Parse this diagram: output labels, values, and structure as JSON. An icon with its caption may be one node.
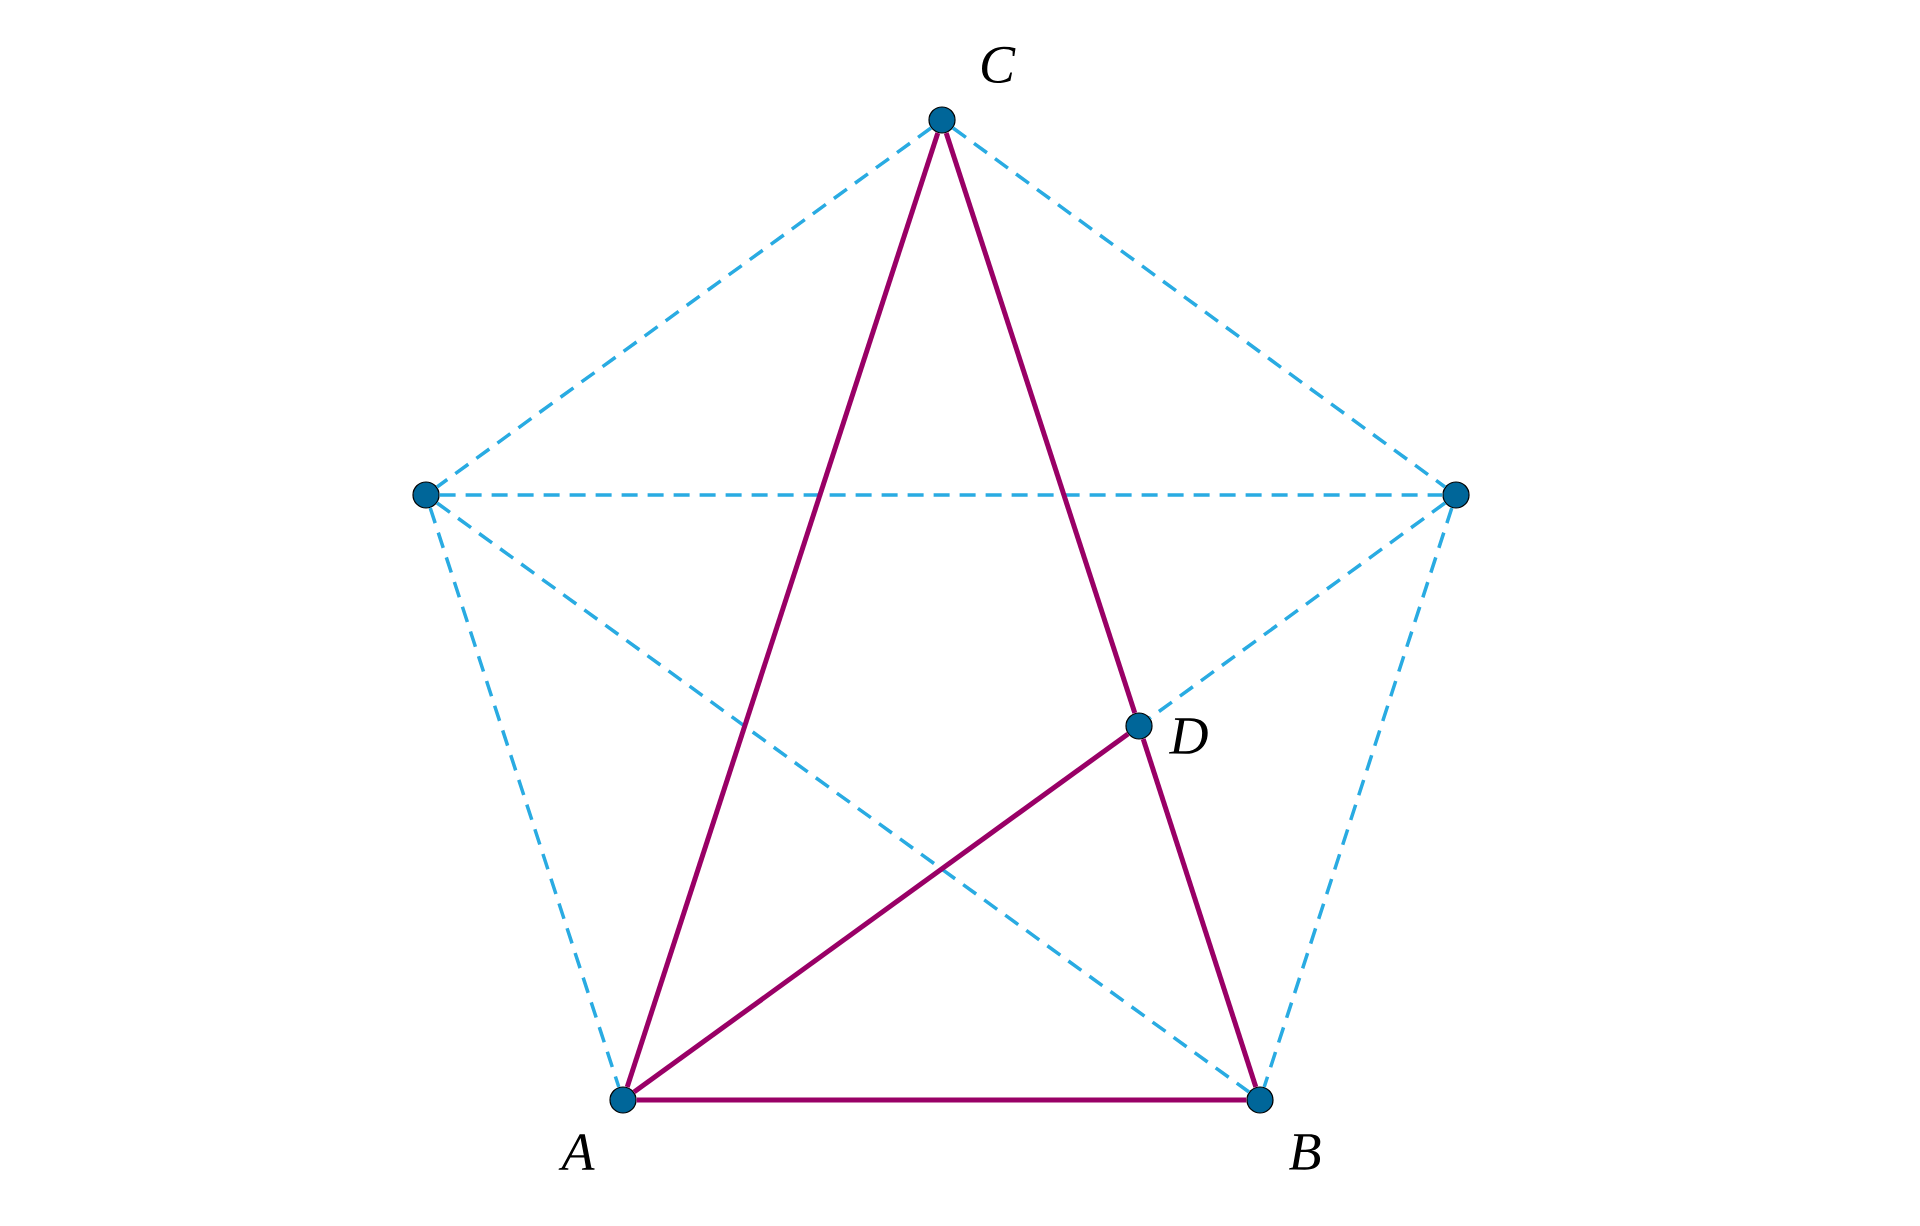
{
  "diagram": {
    "nodes": [
      {
        "text": [],
        "shape": "circle",
        "beside": [
          "C"
        ]
      },
      {
        "text": [],
        "shape": "circle"
      },
      {
        "text": [],
        "shape": "circle"
      },
      {
        "text": [],
        "shape": "circle",
        "beside": [
          "D"
        ]
      },
      {
        "text": [],
        "shape": "circle",
        "beside": [
          "A"
        ]
      },
      {
        "text": [],
        "shape": "circle",
        "beside": [
          "B"
        ]
      }
    ],
    "edges": [
      {
        "from": 0,
        "to": 1,
        "arrow": "none",
        "style": "dashed",
        "color": "#29abe2"
      },
      {
        "from": 0,
        "to": 2,
        "arrow": "none",
        "style": "dashed",
        "color": "#29abe2"
      },
      {
        "from": 1,
        "to": 2,
        "arrow": "none",
        "style": "dashed",
        "color": "#29abe2"
      },
      {
        "from": 1,
        "to": 4,
        "arrow": "none",
        "style": "dashed",
        "color": "#29abe2"
      },
      {
        "from": 1,
        "to": 5,
        "arrow": "none",
        "style": "dashed",
        "color": "#29abe2"
      },
      {
        "from": 2,
        "to": 3,
        "arrow": "none",
        "style": "dashed",
        "color": "#29abe2"
      },
      {
        "from": 2,
        "to": 5,
        "arrow": "none",
        "style": "dashed",
        "color": "#29abe2"
      },
      {
        "from": 4,
        "to": 0,
        "arrow": "none",
        "color": "#990066"
      },
      {
        "from": 0,
        "to": 3,
        "arrow": "none",
        "color": "#990066"
      },
      {
        "from": 3,
        "to": 5,
        "arrow": "none",
        "color": "#990066"
      },
      {
        "from": 4,
        "to": 5,
        "arrow": "none",
        "color": "#990066"
      },
      {
        "from": 4,
        "to": 3,
        "arrow": "none",
        "color": "#990066"
      }
    ]
  }
}
